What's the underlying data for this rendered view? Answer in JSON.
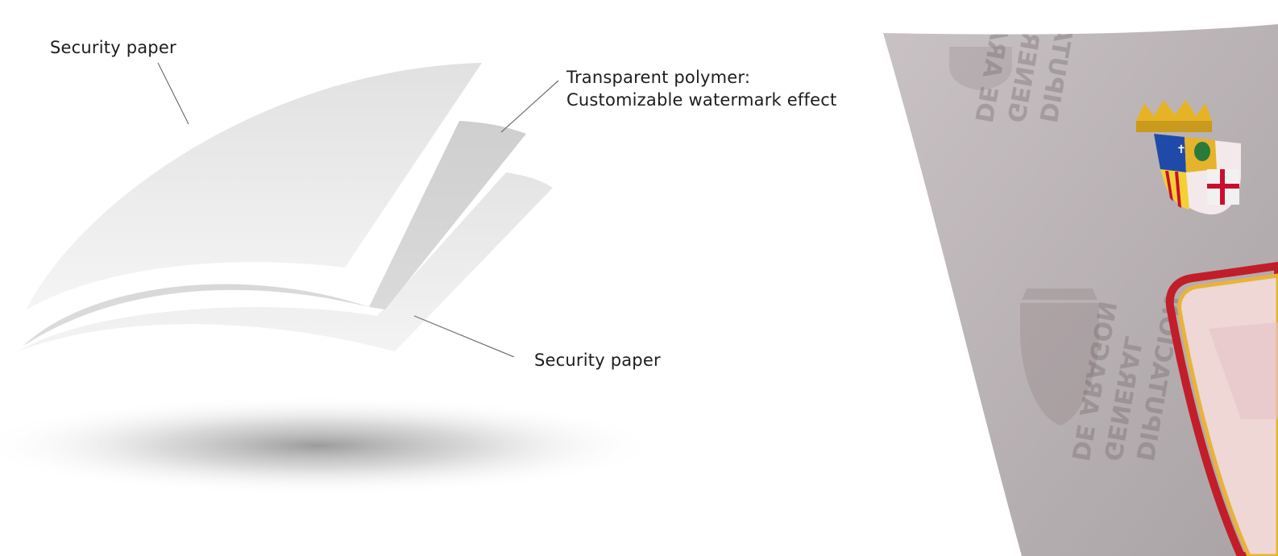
{
  "labels": {
    "top_paper": "Security paper",
    "polymer_line1": "Transparent polymer:",
    "polymer_line2": "Customizable watermark effect",
    "bottom_paper": "Security paper"
  },
  "photo": {
    "watermark_text": [
      "DIPUTACION",
      "GENERAL",
      "DE ARAGON"
    ],
    "watermark_text_bottom": [
      "DIPUTACION",
      "GENERAL",
      "DE ARAGON"
    ]
  },
  "colors": {
    "layer_top": "#e9e9e9",
    "layer_middle": "#d6d6d6",
    "layer_bottom": "#ececec",
    "leader_line": "#6f6f6f",
    "photo_paper": "#b8b0b3",
    "crest_red": "#c8102e",
    "crest_gold": "#f2c230",
    "crest_blue": "#1f4aa8",
    "frame_red": "#c21d2a",
    "frame_gold": "#e7b33b"
  }
}
